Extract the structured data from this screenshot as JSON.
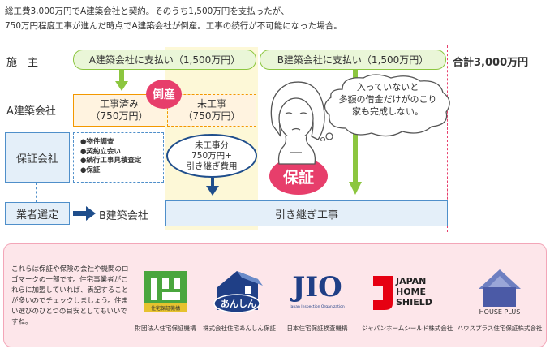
{
  "intro": {
    "line1": "総工費3,000万円でA建築会社と契約。そのうち1,500万円を支払ったが、",
    "line2": "750万円程度工事が進んだ時点でA建築会社が倒産。工事の続行が不可能になった場合。"
  },
  "rows": {
    "owner": "施　主",
    "a_company": "A建築会社",
    "guarantor": "保証会社",
    "selection": "業者選定"
  },
  "payments": {
    "to_a": "A建築会社に支払い（1,500万円）",
    "to_b": "B建築会社に支払い（1,500万円）",
    "total": "合計3,000万円"
  },
  "work": {
    "done_title": "工事済み",
    "done_amount": "（750万円）",
    "undone_title": "未工事",
    "undone_amount": "（750万円）"
  },
  "bankrupt": "倒産",
  "guarantee_services": [
    "●物件調査",
    "●契約立会い",
    "●続行工事見積査定",
    "●保証"
  ],
  "unfinished_cost": {
    "line1": "未工事分",
    "line2": "750万円+",
    "line3": "引き継ぎ費用"
  },
  "guarantee_badge": "保証",
  "worry_bubble": {
    "line1": "入っていないと",
    "line2": "多額の借金だけがのこり",
    "line3": "家も完成しない。"
  },
  "b_company": "B建築会社",
  "takeover": "引き継ぎ工事",
  "logos": {
    "description": "これらは保証や保険の会社や機関のロゴマークの一部です。住宅事業者がこれらに加盟していれば、表記することが多いのでチェックしましょう。住まい選びのひとつの目安としてもいいですね。",
    "items": [
      {
        "mark": "",
        "caption": "財団法人住宅保証機構",
        "mark_text": "住宅保証機構"
      },
      {
        "mark": "あんしん",
        "caption": "株式会社住宅あんしん保証"
      },
      {
        "mark": "JIO",
        "caption": "日本住宅保証検査機構",
        "sub": "Japan Inspection Organization"
      },
      {
        "mark": "JAPAN HOME SHIELD",
        "caption": "ジャパンホームシールド株式会社",
        "line1": "JAPAN",
        "line2": "HOME",
        "line3": "SHIELD"
      },
      {
        "mark": "HOUSE PLUS",
        "caption": "ハウスプラス住宅保証株式会社"
      }
    ]
  },
  "colors": {
    "green": "#8cc63f",
    "orange": "#f39800",
    "blue": "#4f8fca",
    "red": "#e73e6b",
    "navy": "#1f4e8c",
    "cream": "#fdf8d7"
  }
}
